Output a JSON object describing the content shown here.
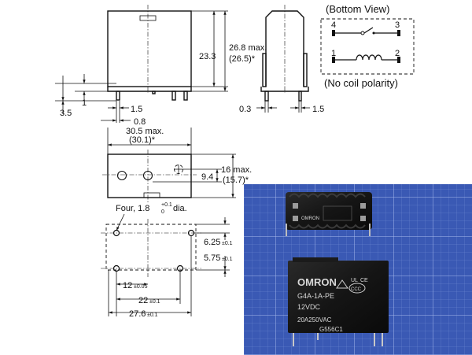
{
  "front_view": {
    "height_max": "26.8 max.",
    "height_alt": "(26.5)*",
    "body_height": "23.3",
    "pin_length": "3.5",
    "pin_offset": "1",
    "pin_width": "1.5",
    "pin_thickness": "0.8"
  },
  "side_view": {
    "pin_thickness": "0.3",
    "pin_width": "1.5"
  },
  "top_view": {
    "length_max": "30.5 max.",
    "length_alt": "(30.1)*",
    "width_max": "16 max.",
    "width_alt": "(15.7)*",
    "hole_line": "9.4"
  },
  "pcb_layout": {
    "holes_note_prefix": "Four, 1.8",
    "holes_tol_upper": "+0.1",
    "holes_tol_lower": "0",
    "holes_note_suffix": "dia.",
    "row_offset": "6.25",
    "row_offset_tol": "±0.1",
    "row_spacing": "5.75",
    "row_spacing_tol": "±0.1",
    "spacing_a": "12",
    "spacing_a_tol": "±0.05",
    "spacing_b": "22",
    "spacing_b_tol": "±0.1",
    "spacing_c": "27.6",
    "spacing_c_tol": "±0.1"
  },
  "schematic": {
    "title": "(Bottom View)",
    "footer": "(No coil polarity)",
    "pins": [
      "4",
      "3",
      "1",
      "2"
    ]
  },
  "photo": {
    "brand": "OMRON",
    "model": "G4A-1A-PE",
    "voltage": "12VDC",
    "rating": "20A250VAC",
    "lot": "G556C1",
    "certs": [
      "UL",
      "CE",
      "CCC"
    ],
    "colors": {
      "background": "#3a59b4",
      "grid": "#8aa2e0",
      "relay": "#151515"
    }
  }
}
